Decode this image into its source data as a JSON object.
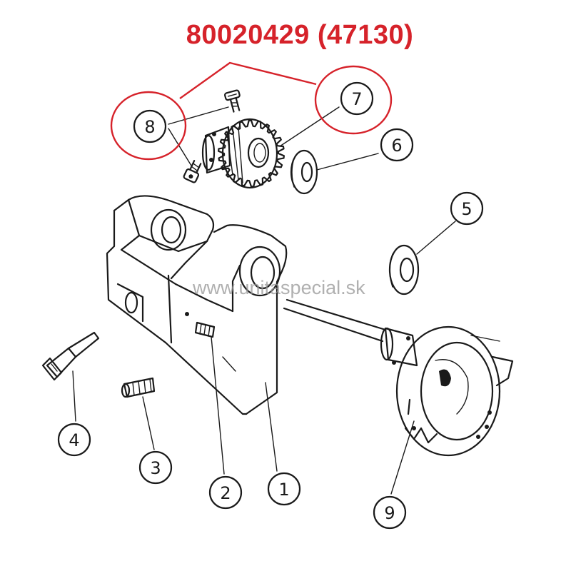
{
  "title": "80020429 (47130)",
  "watermark": "www.unitaspecial.sk",
  "colors": {
    "highlight": "#d6222a",
    "ink": "#1a1a1a"
  },
  "callouts": [
    {
      "id": "1",
      "label": "1"
    },
    {
      "id": "2",
      "label": "2"
    },
    {
      "id": "3",
      "label": "3"
    },
    {
      "id": "4",
      "label": "4"
    },
    {
      "id": "5",
      "label": "5"
    },
    {
      "id": "6",
      "label": "6"
    },
    {
      "id": "7",
      "label": "7",
      "highlighted": true
    },
    {
      "id": "8",
      "label": "8",
      "highlighted": true
    },
    {
      "id": "9",
      "label": "9"
    }
  ]
}
